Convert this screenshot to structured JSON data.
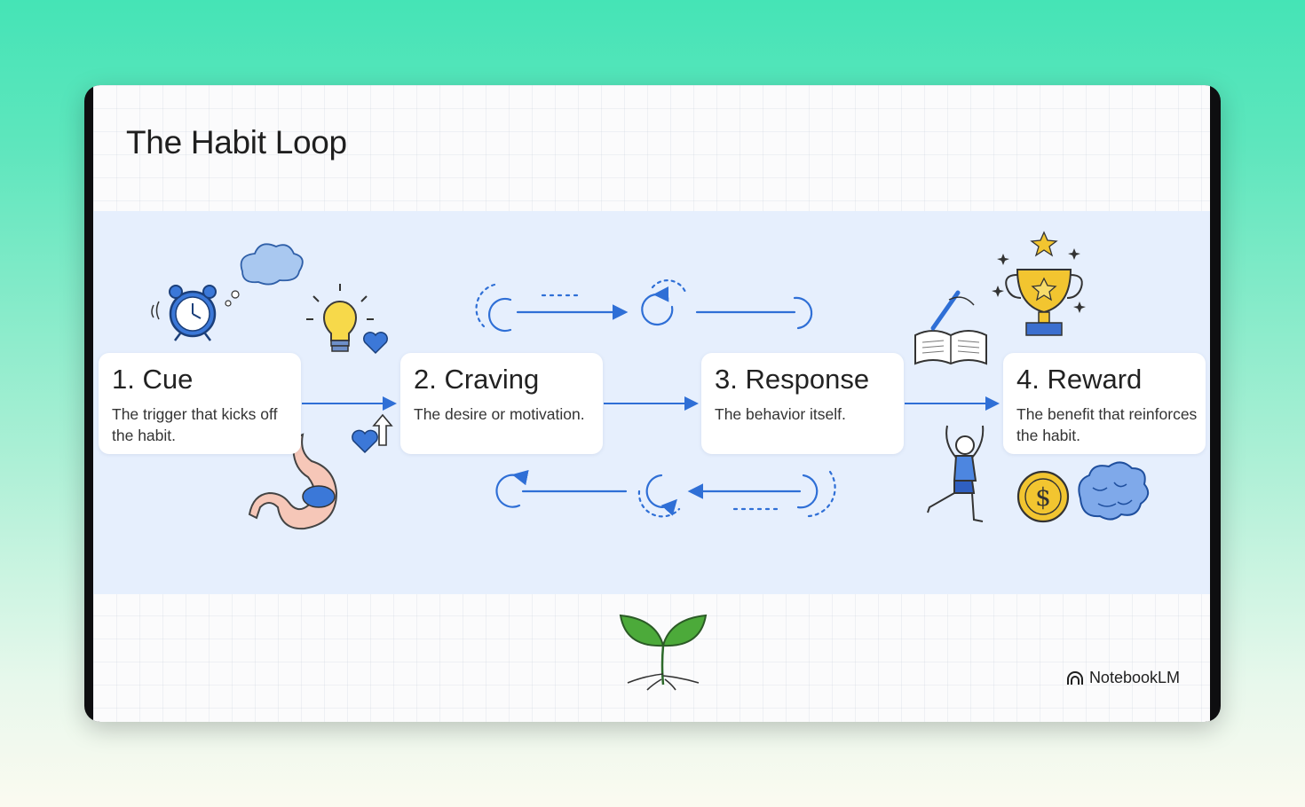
{
  "slide": {
    "title": "The Habit Loop",
    "brand": "NotebookLM",
    "brand_icon": "notebooklm-logo-icon"
  },
  "steps": [
    {
      "title": "1. Cue",
      "description": "The trigger that kicks off the habit.",
      "icons": [
        "alarm-clock-icon",
        "thought-cloud-icon",
        "lightbulb-icon",
        "heart-icon",
        "stomach-icon",
        "heart-arrow-icon"
      ]
    },
    {
      "title": "2. Craving",
      "description": "The desire or motivation.",
      "icons": []
    },
    {
      "title": "3. Response",
      "description": "The behavior itself.",
      "icons": [
        "book-writing-icon",
        "stretching-person-icon"
      ]
    },
    {
      "title": "4. Reward",
      "description": "The benefit that reinforces the habit.",
      "icons": [
        "trophy-icon",
        "coin-icon",
        "brain-icon"
      ]
    }
  ],
  "decorations": [
    "loop-arrows-icon",
    "sprout-icon"
  ],
  "colors": {
    "accent_blue": "#2f6fd6",
    "band": "#e6effd",
    "card": "#ffffff",
    "trophy_gold": "#f2c530",
    "sprout_green": "#4caa3a"
  }
}
